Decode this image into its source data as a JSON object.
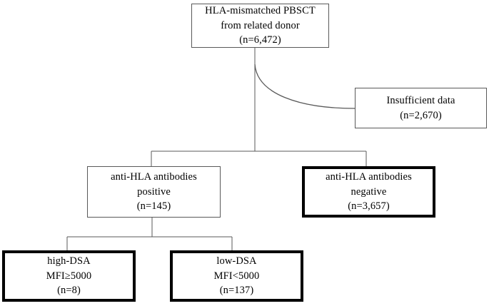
{
  "figure": {
    "type": "flowchart",
    "kind": "study-participant-flow-diagram",
    "orientation": "top-down",
    "background_color": "#ffffff",
    "text_color": "#000000",
    "thin_border_color": "#595959",
    "thick_border_color": "#000000"
  },
  "nodes": {
    "cohort": {
      "id": "cohort",
      "emphasis": "thin",
      "line1": "HLA-mismatched PBSCT",
      "line2": "from related donor",
      "line3": "(n=6,472)",
      "count": 6472
    },
    "excluded": {
      "id": "excluded",
      "emphasis": "thin",
      "line1": "Insufficient data",
      "line2": "(n=2,670)",
      "count": 2670
    },
    "antibody_positive": {
      "id": "antibody-positive",
      "emphasis": "thin",
      "line1": "anti-HLA antibodies",
      "line2": "positive",
      "line3": "(n=145)",
      "count": 145
    },
    "antibody_negative": {
      "id": "antibody-negative",
      "emphasis": "thick",
      "line1": "anti-HLA antibodies",
      "line2": "negative",
      "line3": "(n=3,657)",
      "count": 3657
    },
    "high_dsa": {
      "id": "high-dsa",
      "emphasis": "thick",
      "line1": "high-DSA",
      "line2": "MFI≥5000",
      "line3": "(n=8)",
      "count": 8
    },
    "low_dsa": {
      "id": "low-dsa",
      "emphasis": "thick",
      "line1": "low-DSA",
      "line2": "MFI<5000",
      "line3": "(n=137)",
      "count": 137
    }
  },
  "edges": [
    {
      "from": "cohort",
      "to": "excluded",
      "style": "curved"
    },
    {
      "from": "cohort",
      "to": "antibody_positive",
      "style": "orthogonal"
    },
    {
      "from": "cohort",
      "to": "antibody_negative",
      "style": "orthogonal"
    },
    {
      "from": "antibody_positive",
      "to": "high_dsa",
      "style": "orthogonal"
    },
    {
      "from": "antibody_positive",
      "to": "low_dsa",
      "style": "orthogonal"
    }
  ]
}
